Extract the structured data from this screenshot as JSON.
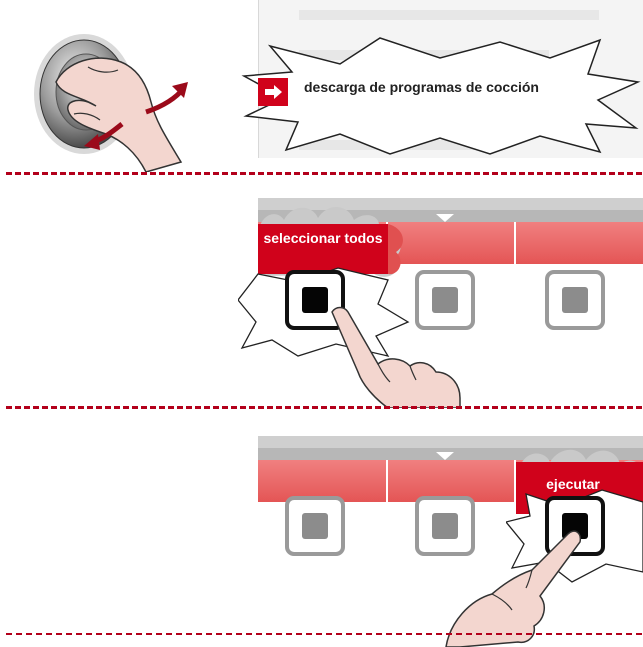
{
  "colors": {
    "accent": "#d0021b",
    "divider": "#b3001b",
    "checkbox_border": "#9a9a9a",
    "checkbox_active": "#111111"
  },
  "panel1": {
    "gesture": "rotate-knob",
    "menu_item_label": "descarga de programas de cocción",
    "menu_item_icon": "arrow-right-icon"
  },
  "panel2": {
    "softkey_label": "seleccionar todos",
    "checkboxes": [
      {
        "state": "pressed"
      },
      {
        "state": "idle"
      },
      {
        "state": "idle"
      }
    ]
  },
  "panel3": {
    "softkey_label": "ejecutar",
    "checkboxes": [
      {
        "state": "idle"
      },
      {
        "state": "idle"
      },
      {
        "state": "pressed"
      }
    ]
  }
}
